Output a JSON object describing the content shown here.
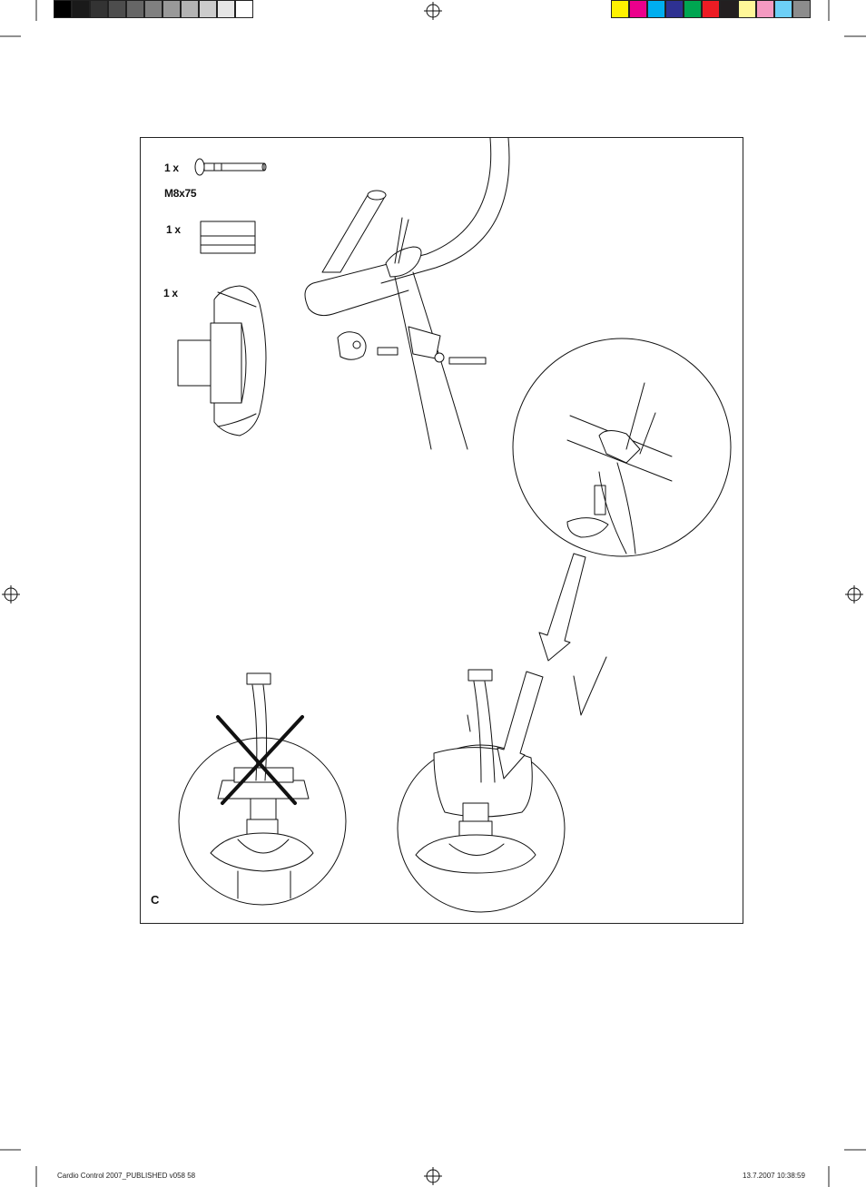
{
  "color_bar": {
    "grays": [
      "#000000",
      "#1a1a1a",
      "#333333",
      "#4d4d4d",
      "#666666",
      "#808080",
      "#999999",
      "#b3b3b3",
      "#cccccc",
      "#e6e6e6",
      "#ffffff"
    ],
    "process": [
      "#fff200",
      "#ec008c",
      "#00aeef",
      "#2e3192",
      "#00a651",
      "#ed1c24",
      "#231f20",
      "#fff799",
      "#f49ac1",
      "#6dcff6",
      "#8c8c8c"
    ]
  },
  "parts": {
    "bolt": {
      "qty": "1 x",
      "size": "M8x75"
    },
    "spacer": {
      "qty": "1 x"
    },
    "console": {
      "qty": "1 x"
    }
  },
  "figure": {
    "label": "C"
  },
  "footer": {
    "left": "Cardio Control 2007_PUBLISHED v058   58",
    "right": "13.7.2007   10:38:59"
  }
}
